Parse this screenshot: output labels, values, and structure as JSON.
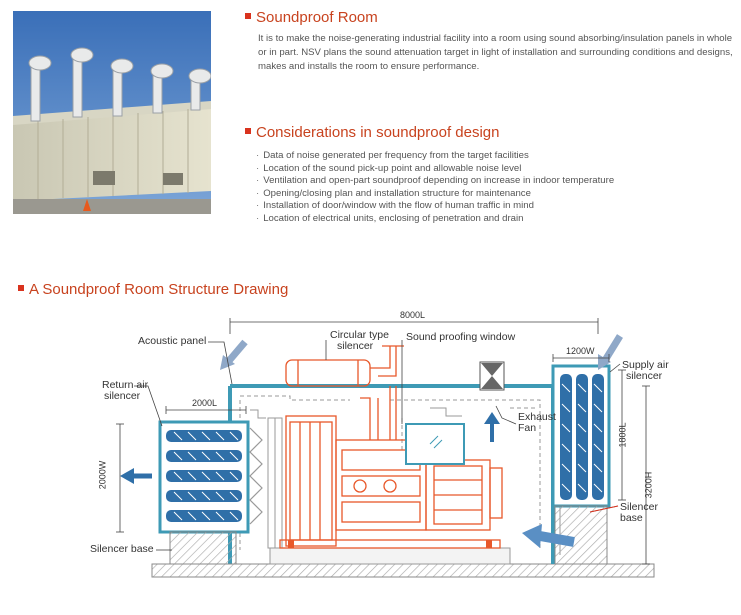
{
  "section1": {
    "title": "Soundproof Room",
    "text": "It is to make the noise-generating industrial facility into a room using sound absorbing/insulation panels in whole or in part. NSV plans the sound attenuation target in light of installation and surrounding conditions and designs, makes and installs the room to ensure performance."
  },
  "section2": {
    "title": "Considerations in soundproof design",
    "items": [
      "Data of noise generated per frequency from the target facilities",
      "Location of the sound pick-up point and allowable noise level",
      "Ventilation and open-part soundproof depending on increase in indoor temperature",
      "Opening/closing plan and installation structure for maintenance",
      "Installation of door/window with the flow of human traffic in mind",
      "Location of electrical units, enclosing of penetration and drain"
    ]
  },
  "section3": {
    "title": "A Soundproof Room Structure Drawing"
  },
  "diagram": {
    "labels": {
      "acoustic_panel": "Acoustic panel",
      "circular_silencer_1": "Circular type",
      "circular_silencer_2": "silencer",
      "sound_window": "Sound proofing window",
      "return_air_1": "Return air",
      "return_air_2": "silencer",
      "exhaust_fan_1": "Exhaust",
      "exhaust_fan_2": "Fan",
      "supply_air_1": "Supply air",
      "supply_air_2": "silencer",
      "silencer_base_right_1": "Silencer",
      "silencer_base_right_2": "base",
      "silencer_base_left": "Silencer base"
    },
    "dimensions": {
      "total_length": "8000L",
      "return_length": "2000L",
      "return_width": "2000W",
      "supply_width": "1200W",
      "supply_height": "1800L",
      "total_height": "3200H"
    }
  },
  "colors": {
    "accent": "#c8431f",
    "bullet": "#d9331e",
    "frame": "#3e9ab5",
    "engine": "#e8582a",
    "silencer_blue": "#2f6fa8"
  }
}
